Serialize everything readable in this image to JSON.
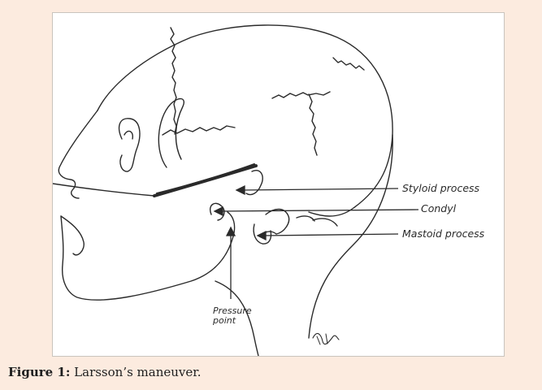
{
  "labels": {
    "styloid": "Styloid process",
    "condyl": "Condyl",
    "mastoid": "Mastoid process",
    "pressure": "Pressure point"
  },
  "caption": {
    "prefix": "Figure 1:",
    "text": " Larsson’s maneuver."
  },
  "colors": {
    "panel": "#fcebdf",
    "ink": "#2a2a2a"
  }
}
